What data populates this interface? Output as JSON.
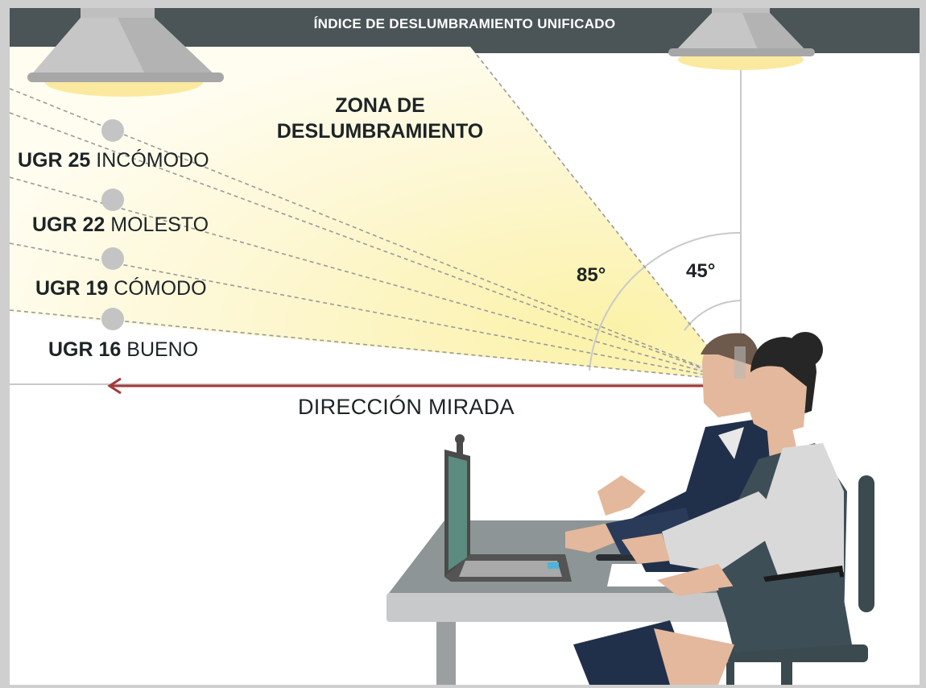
{
  "title": "ÍNDICE DE DESLUMBRAMIENTO UNIFICADO",
  "zone_label_line1": "ZONA DE",
  "zone_label_line2": "DESLUMBRAMIENTO",
  "ugr_levels": [
    {
      "value": "UGR 25",
      "desc": "INCÓMODO"
    },
    {
      "value": "UGR 22",
      "desc": "MOLESTO"
    },
    {
      "value": "UGR 19",
      "desc": "CÓMODO"
    },
    {
      "value": "UGR 16",
      "desc": "BUENO"
    }
  ],
  "angles": [
    "85°",
    "45°"
  ],
  "gaze_direction_label": "DIRECCIÓN MIRADA",
  "colors": {
    "header": "#4b5557",
    "glare_zone": "#fdf6c8",
    "gaze_arrow": "#a23a3a",
    "marker": "#c4c4c4"
  }
}
